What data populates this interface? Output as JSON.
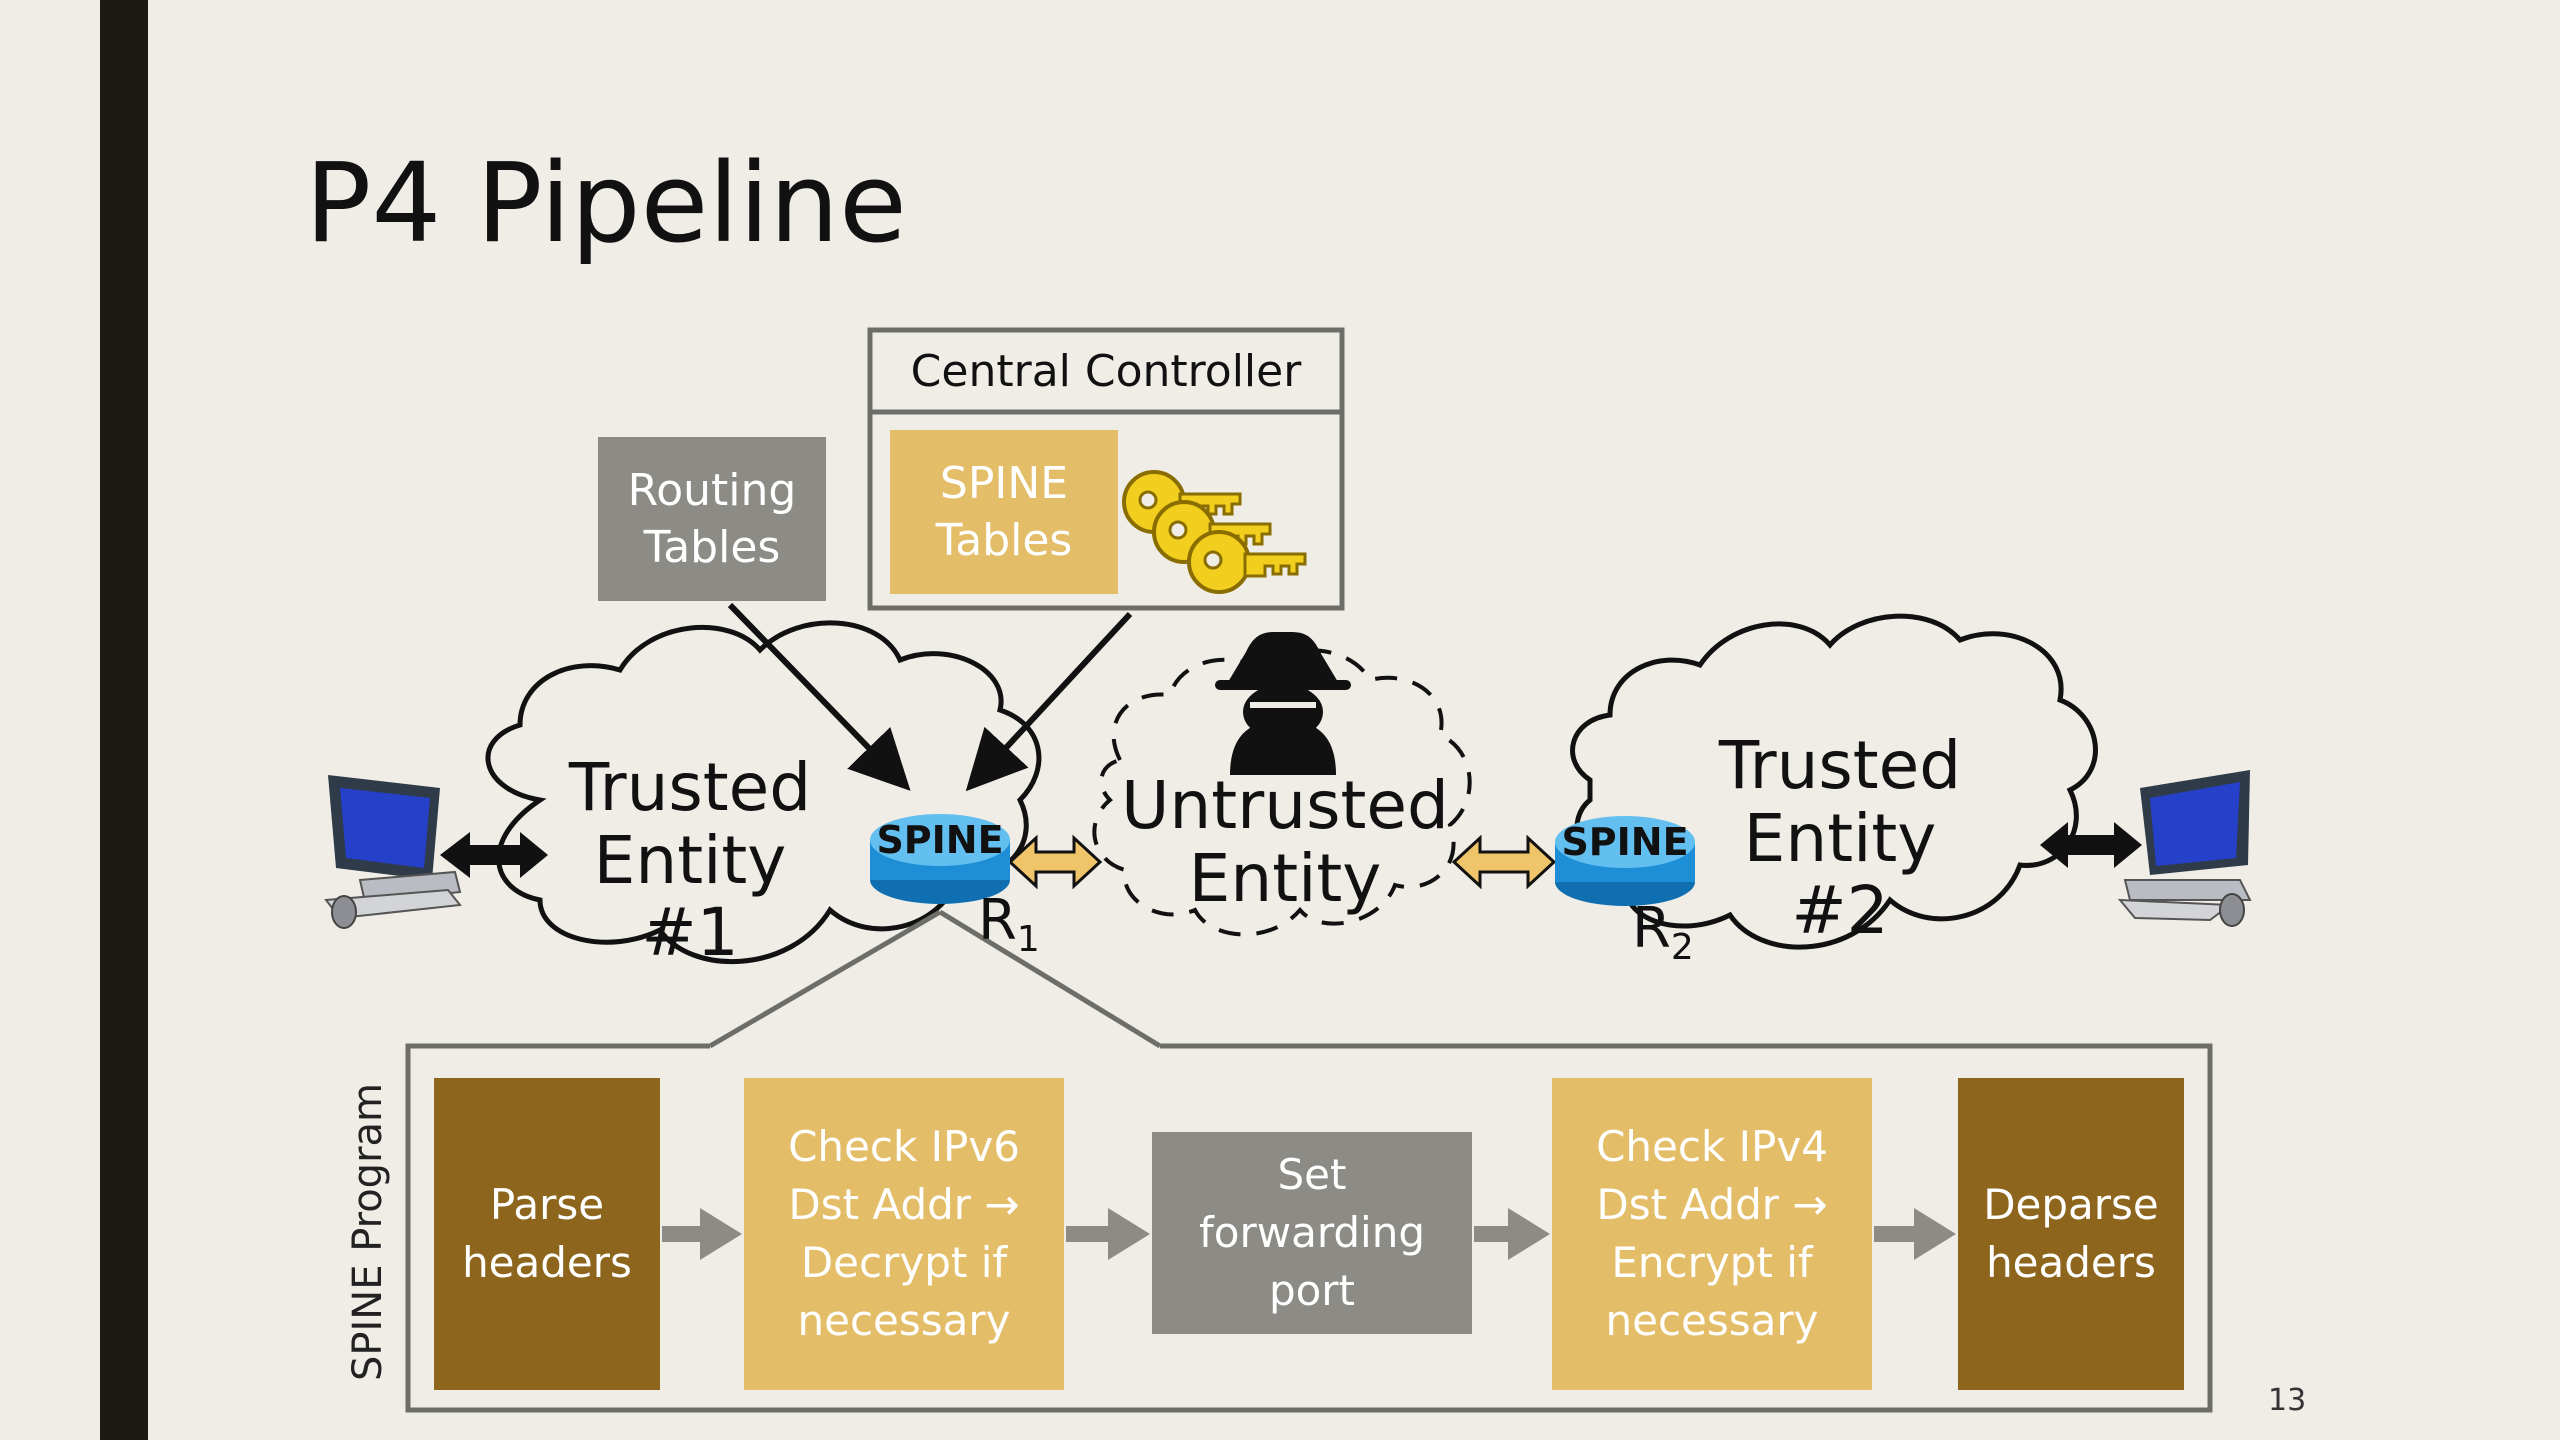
{
  "slide": {
    "title": "P4 Pipeline",
    "page_number": "13"
  },
  "controller": {
    "title": "Central Controller",
    "spine_tables": "SPINE\nTables",
    "keys_icon": "keys-icon"
  },
  "routing_tables": "Routing\nTables",
  "network": {
    "trusted1": "Trusted\nEntity #1",
    "untrusted": "Untrusted\nEntity",
    "trusted2": "Trusted\nEntity #2",
    "router_badge": "SPINE",
    "r1": "R",
    "r1_sub": "1",
    "r2": "R",
    "r2_sub": "2"
  },
  "pipeline": {
    "label": "SPINE Program",
    "stages": [
      "Parse\nheaders",
      "Check IPv6\nDst Addr →\nDecrypt if\nnecessary",
      "Set\nforwarding\nport",
      "Check IPv4\nDst Addr →\nEncrypt if\nnecessary",
      "Deparse\nheaders"
    ]
  },
  "colors": {
    "dark_gold": "#8d651c",
    "light_gold": "#e3bd68",
    "gray": "#8c8b86",
    "router_blue": "#1e8fd6"
  }
}
